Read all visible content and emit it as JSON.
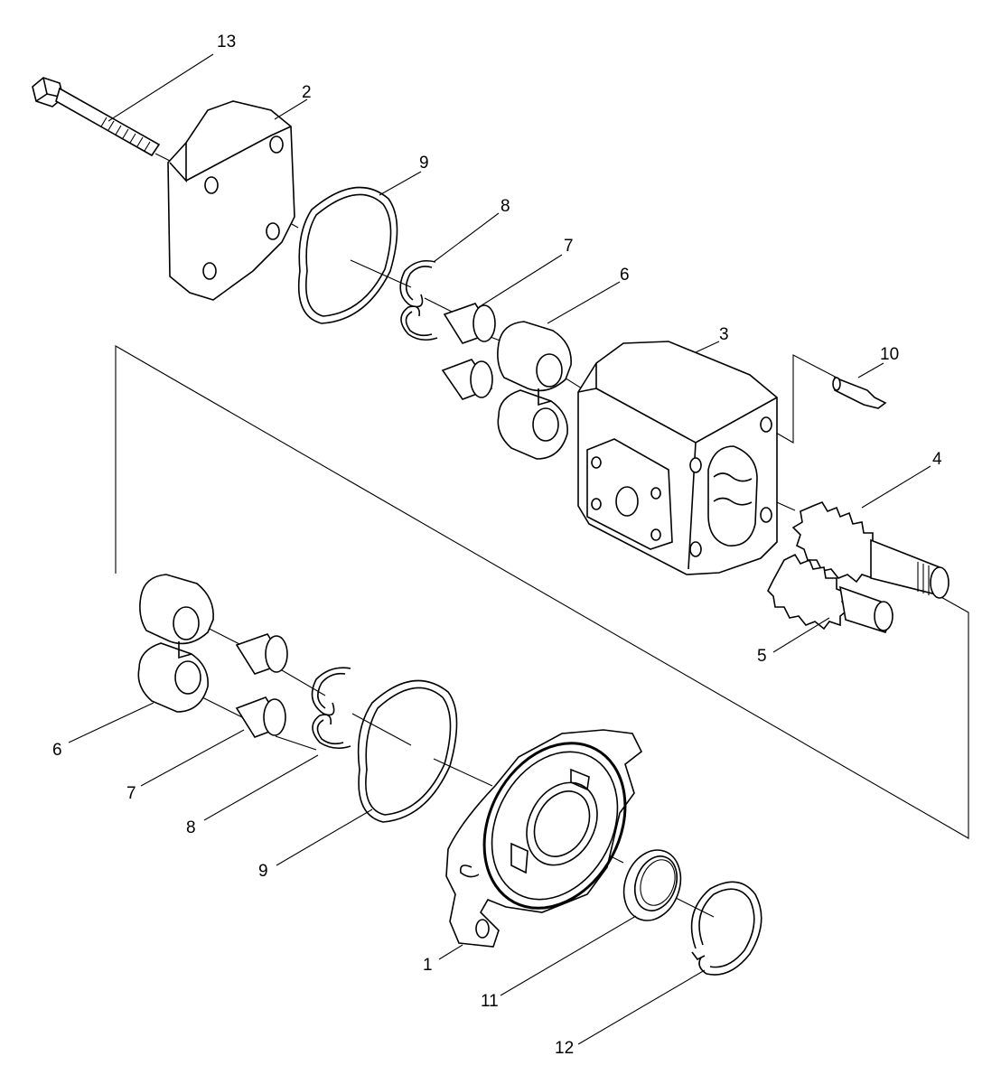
{
  "callouts": [
    {
      "id": "13",
      "label": "13"
    },
    {
      "id": "2",
      "label": "2"
    },
    {
      "id": "9-top",
      "label": "9"
    },
    {
      "id": "8-top",
      "label": "8"
    },
    {
      "id": "7-top",
      "label": "7"
    },
    {
      "id": "6-top",
      "label": "6"
    },
    {
      "id": "3",
      "label": "3"
    },
    {
      "id": "10",
      "label": "10"
    },
    {
      "id": "4",
      "label": "4"
    },
    {
      "id": "5",
      "label": "5"
    },
    {
      "id": "6-bottom",
      "label": "6"
    },
    {
      "id": "7-bottom",
      "label": "7"
    },
    {
      "id": "8-bottom",
      "label": "8"
    },
    {
      "id": "9-bottom",
      "label": "9"
    },
    {
      "id": "1",
      "label": "1"
    },
    {
      "id": "11",
      "label": "11"
    },
    {
      "id": "12",
      "label": "12"
    }
  ]
}
